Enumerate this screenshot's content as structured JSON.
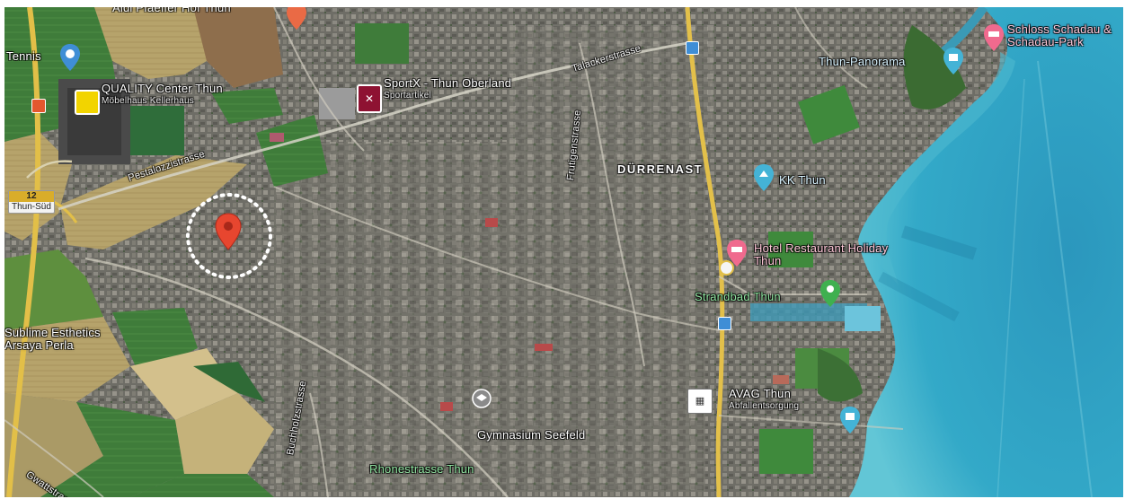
{
  "map": {
    "top_cut_label": "Aldi Pfaeffer Hof Thun",
    "labels": {
      "tennis": "Tennis",
      "quality_center": "QUALITY Center Thun",
      "quality_center_sub": "Möbelhaus Kellerhaus",
      "sportx": "SportX - Thun Oberland",
      "sportx_sub": "Sportartikel",
      "strasse_top": "Talackerstrasse",
      "thun_panorama": "Thun-Panorama",
      "schloss": "Schloss Schadau & Schadau-Park",
      "pestalozzi": "Pestalozzistrasse",
      "frutigen": "Frutigenstrasse",
      "district": "DÜRRENAST",
      "kk_thun": "KK Thun",
      "hotel": "Hotel Restaurant Holiday Thun",
      "strandbad": "Strandbad Thun",
      "sublime": "Sublime Esthetics Arsaya Perla",
      "avag": "AVAG Thun",
      "avag_sub": "Abfallentsorgung",
      "gymnasium": "Gymnasium Seefeld",
      "rhone": "Rhonestrasse Thun",
      "gwatt_road": "Gwattstrasse",
      "buchholz_road": "Buchholzstrasse"
    },
    "highway_shield": {
      "number": "12",
      "text": "Thun-Süd"
    },
    "colors": {
      "lake": "#2fa6c6",
      "lake_shallow": "#58c2d6",
      "field_green": "#3e7a39",
      "field_tan": "#b8a46a",
      "urban": "#6f6f68",
      "road_yellow": "#e7c34a",
      "pin_red": "#e7462f",
      "pin_pink": "#f06a8e",
      "pin_blue": "#44b3d6",
      "pin_green": "#3fb04f"
    },
    "icons": [
      "location-pin-icon",
      "target-circle-icon",
      "hospital-icon",
      "shopping-icon",
      "sport-icon",
      "castle-icon",
      "hotel-icon",
      "park-icon",
      "school-icon",
      "recycling-icon",
      "museum-icon",
      "train-icon",
      "highway-exit-icon"
    ]
  }
}
